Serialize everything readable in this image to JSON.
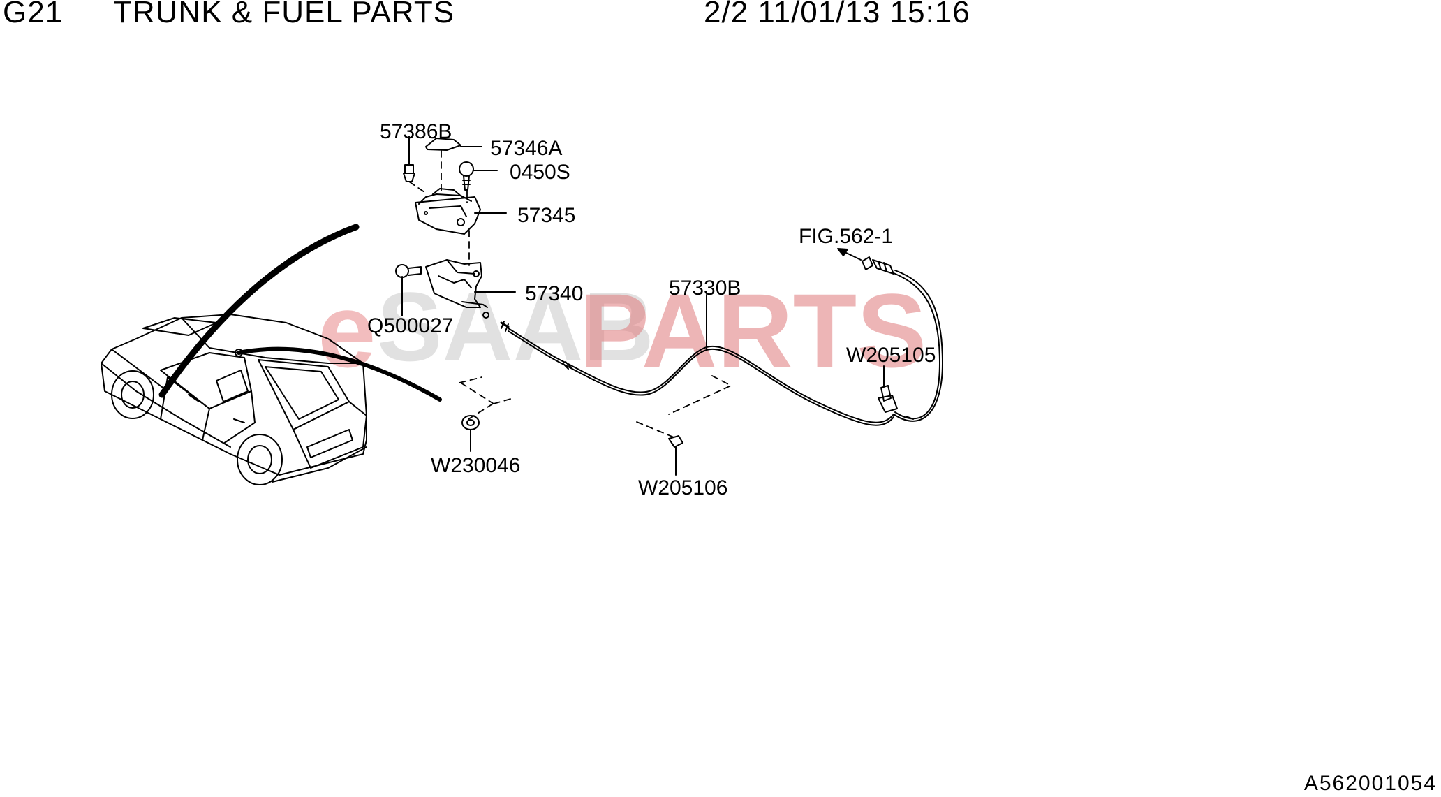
{
  "header": {
    "group_code": "G21",
    "title": "TRUNK & FUEL PARTS",
    "page_info": "2/2 11/01/13 15:16"
  },
  "watermark": {
    "prefix": "e",
    "middle": "SAAB",
    "suffix": "PARTS",
    "colors": {
      "prefix": "#e8888a",
      "middle": "#c9c9c9",
      "suffix": "#e07a7c"
    }
  },
  "parts": {
    "p57386B": "57386B",
    "p57346A": "57346A",
    "p0450S": "0450S",
    "p57345": "57345",
    "p57340": "57340",
    "pQ500027": "Q500027",
    "p57330B": "57330B",
    "pFIG": "FIG.562-1",
    "pW205105": "W205105",
    "pW230046": "W230046",
    "pW205106": "W205106"
  },
  "footer": {
    "diagram_code": "A562001054"
  },
  "colors": {
    "line": "#000000",
    "background": "#ffffff"
  }
}
